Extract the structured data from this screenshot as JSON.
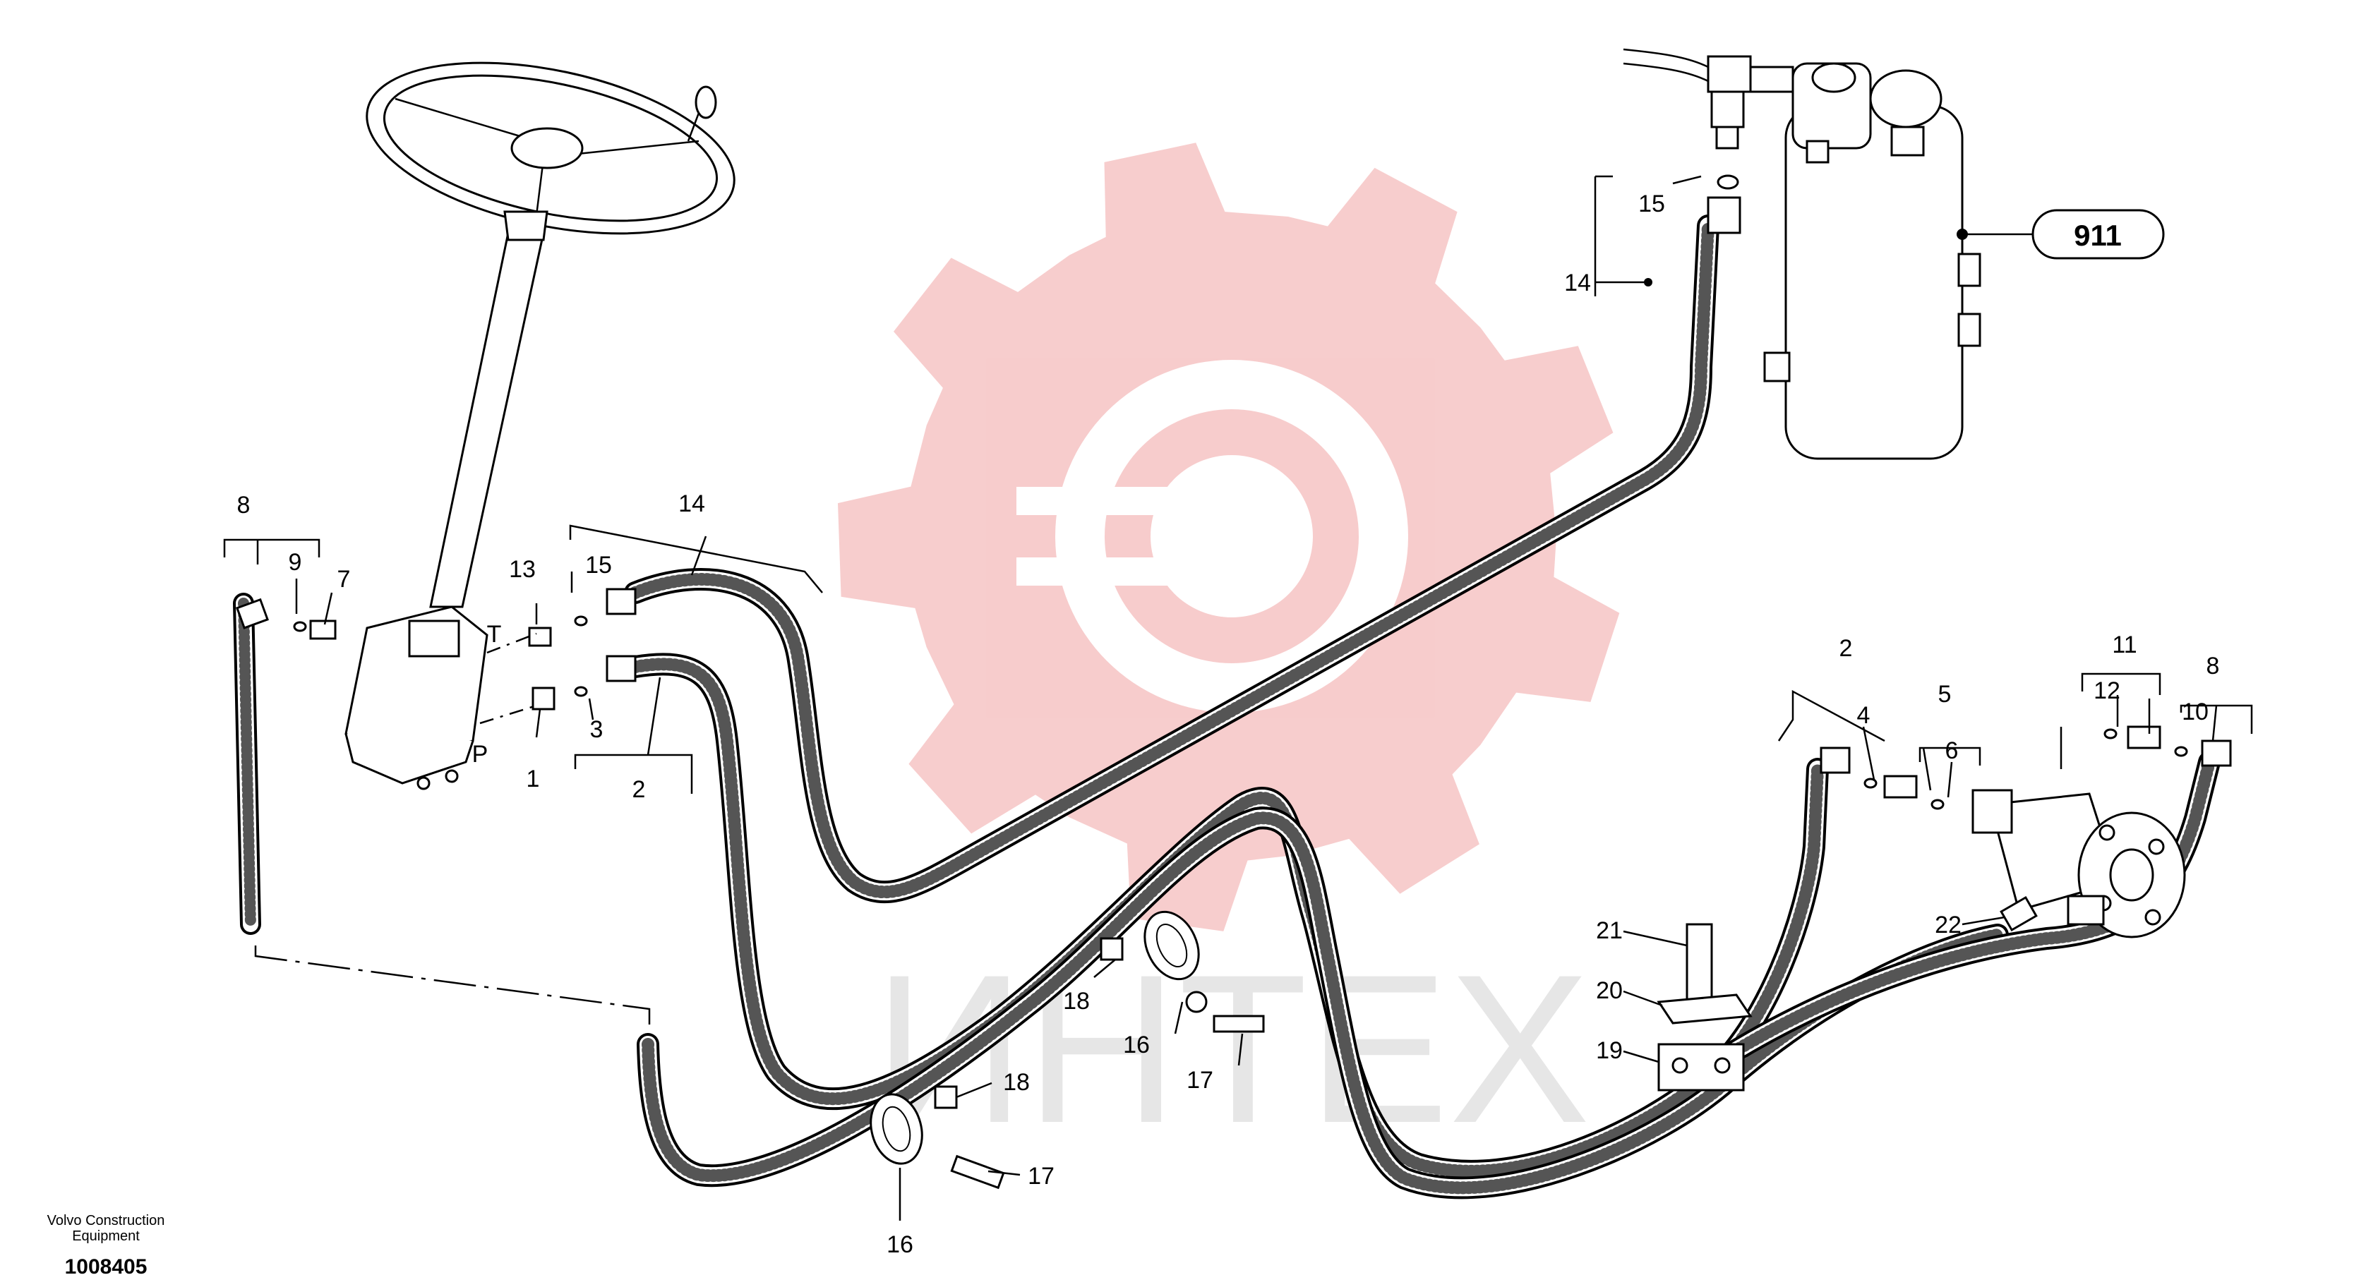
{
  "watermark": {
    "text": "ИНТЕХ",
    "gear_color": "#f6c4c4",
    "text_color": "#e0e0e0"
  },
  "footer": {
    "line1": "Volvo Construction",
    "line2": "Equipment",
    "code": "1008405"
  },
  "callout": {
    "label": "911"
  },
  "port_labels": {
    "tank": "T",
    "pressure": "P"
  },
  "labels": [
    {
      "id": "lbl-8-left",
      "text": "8"
    },
    {
      "id": "lbl-9",
      "text": "9"
    },
    {
      "id": "lbl-7",
      "text": "7"
    },
    {
      "id": "lbl-13",
      "text": "13"
    },
    {
      "id": "lbl-15-left",
      "text": "15"
    },
    {
      "id": "lbl-14-top",
      "text": "14"
    },
    {
      "id": "lbl-1",
      "text": "1"
    },
    {
      "id": "lbl-3",
      "text": "3"
    },
    {
      "id": "lbl-2-left",
      "text": "2"
    },
    {
      "id": "lbl-15-right",
      "text": "15"
    },
    {
      "id": "lbl-14-right",
      "text": "14"
    },
    {
      "id": "lbl-2-right",
      "text": "2"
    },
    {
      "id": "lbl-4",
      "text": "4"
    },
    {
      "id": "lbl-5",
      "text": "5"
    },
    {
      "id": "lbl-6",
      "text": "6"
    },
    {
      "id": "lbl-11",
      "text": "11"
    },
    {
      "id": "lbl-12",
      "text": "12"
    },
    {
      "id": "lbl-8-right",
      "text": "8"
    },
    {
      "id": "lbl-10",
      "text": "10"
    },
    {
      "id": "lbl-22",
      "text": "22"
    },
    {
      "id": "lbl-21",
      "text": "21"
    },
    {
      "id": "lbl-20",
      "text": "20"
    },
    {
      "id": "lbl-19",
      "text": "19"
    },
    {
      "id": "lbl-18-a",
      "text": "18"
    },
    {
      "id": "lbl-16-a",
      "text": "16"
    },
    {
      "id": "lbl-17-a",
      "text": "17"
    },
    {
      "id": "lbl-18-b",
      "text": "18"
    },
    {
      "id": "lbl-17-b",
      "text": "17"
    },
    {
      "id": "lbl-16-b",
      "text": "16"
    }
  ]
}
